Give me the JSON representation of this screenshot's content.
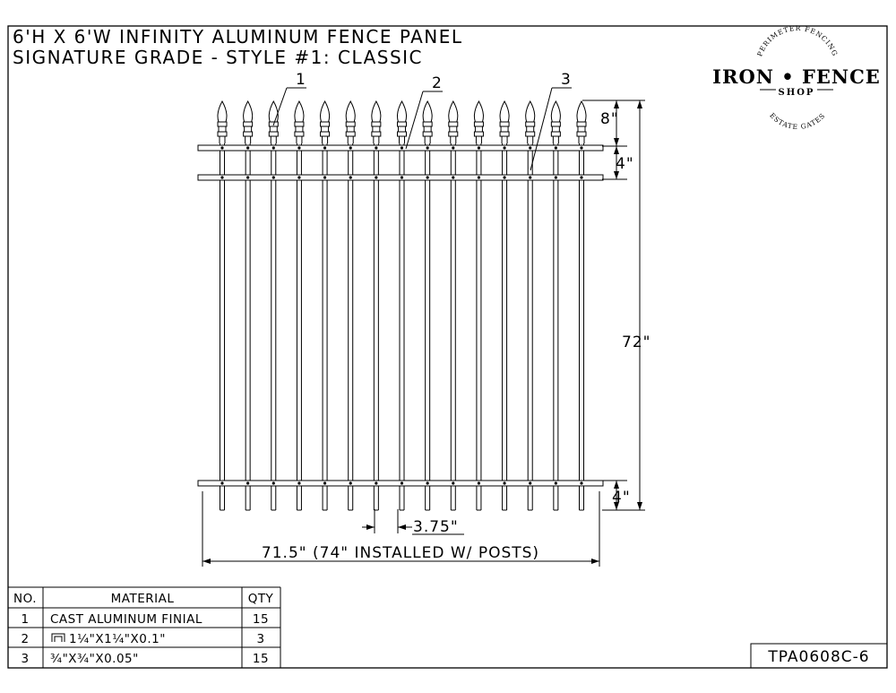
{
  "title": {
    "line1": "6'H X 6'W INFINITY ALUMINUM FENCE PANEL",
    "line2": "SIGNATURE GRADE - STYLE #1: CLASSIC"
  },
  "logo": {
    "top_arc": "PERIMETER FENCING",
    "main": "IRON • FENCE",
    "sub": "SHOP",
    "bottom_arc": "ESTATE GATES"
  },
  "callouts": [
    "1",
    "2",
    "3"
  ],
  "dimensions": {
    "finial_height": "8\"",
    "top_gap": "4\"",
    "height": "72\"",
    "bottom_gap": "4\"",
    "picket_spacing": "3.75\"",
    "width": "71.5\" (74\" INSTALLED W/ POSTS)"
  },
  "picket_count": 15,
  "bill_of_materials": {
    "headers": [
      "NO.",
      "MATERIAL",
      "QTY"
    ],
    "rows": [
      {
        "no": "1",
        "material": "CAST ALUMINUM FINIAL",
        "qty": "15"
      },
      {
        "no": "2",
        "material": "1¼\"X1¼\"X0.1\"",
        "qty": "3",
        "icon": "channel-icon"
      },
      {
        "no": "3",
        "material": "¾\"X¾\"X0.05\"",
        "qty": "15"
      }
    ]
  },
  "drawing_number": "TPA0608C-6"
}
